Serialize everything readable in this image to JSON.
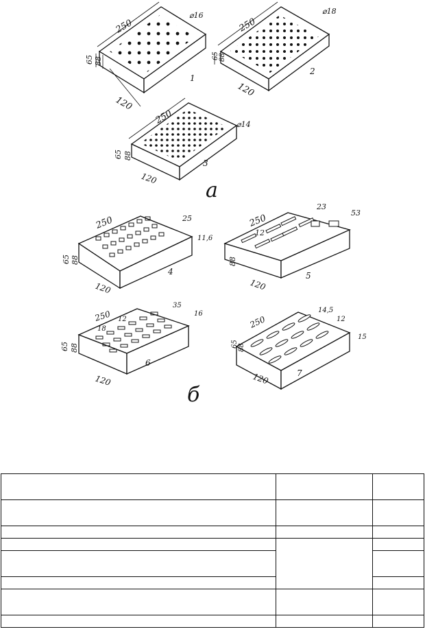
{
  "figure": {
    "bricks": [
      {
        "label": "1",
        "length": "250",
        "height": "65",
        "height2": "88",
        "width": "120",
        "hole": "⌀16"
      },
      {
        "label": "2",
        "length": "250",
        "height": "65",
        "height2": "88",
        "width": "120",
        "hole": "⌀18"
      },
      {
        "label": "3",
        "length": "250",
        "height": "65",
        "height2": "88",
        "width": "120",
        "hole": "⌀14"
      },
      {
        "label": "4",
        "length": "250",
        "height": "65",
        "height2": "88",
        "width": "120",
        "slot_a": "25",
        "slot_b": "11,6"
      },
      {
        "label": "5",
        "length": "250",
        "height": "88",
        "width": "120",
        "slot_a": "23",
        "slot_b": "53",
        "slot_c": "12"
      },
      {
        "label": "6",
        "length": "250",
        "height": "65",
        "height2": "88",
        "width": "120",
        "slot_a": "35",
        "slot_b": "16",
        "slot_c": "18",
        "slot_d": "12"
      },
      {
        "label": "7",
        "length": "250",
        "height": "65",
        "height2": "88",
        "width": "120",
        "slot_a": "14,5",
        "slot_b": "12",
        "slot_c": "15"
      }
    ],
    "group_a": "а",
    "group_b": "б"
  },
  "table": {
    "rows": [
      {
        "c1": "",
        "c2": "",
        "c3": ""
      },
      {
        "c1": "",
        "c2": "",
        "c3": ""
      },
      {
        "c1": "",
        "c2": "",
        "c3": ""
      },
      {
        "c1": "",
        "c2": "",
        "c3": ""
      },
      {
        "c1": "",
        "c2": "",
        "c3": ""
      },
      {
        "c1": "",
        "c2": "",
        "c3": ""
      },
      {
        "c1": "",
        "c2": "",
        "c3": ""
      },
      {
        "c1": "",
        "c2": "",
        "c3": ""
      }
    ]
  }
}
